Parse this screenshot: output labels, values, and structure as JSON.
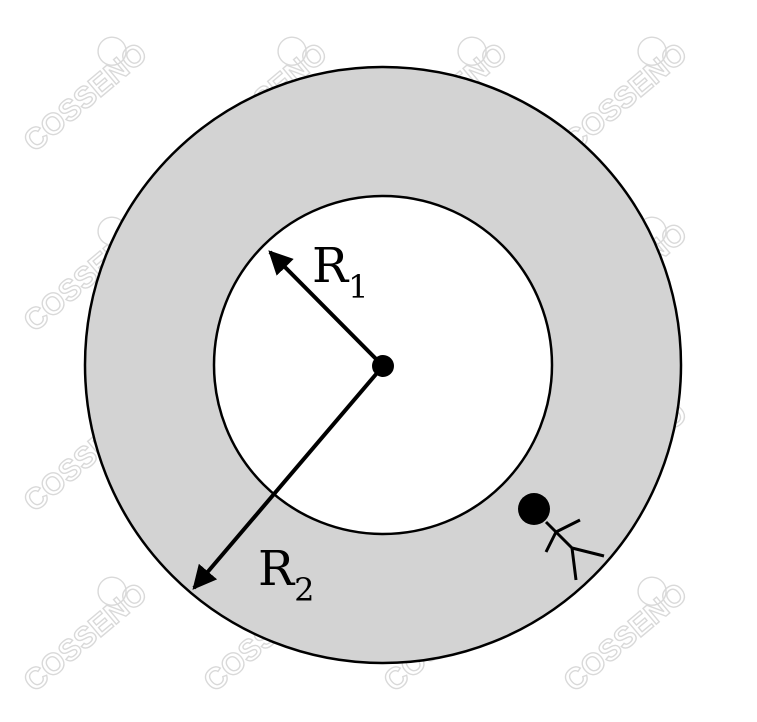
{
  "diagram": {
    "labels": {
      "r1": {
        "main": "R",
        "sub": "1"
      },
      "r2": {
        "main": "R",
        "sub": "2"
      }
    },
    "watermark": "COSSENO",
    "colors": {
      "ring_fill": "#d3d3d3",
      "inner_fill": "#ffffff",
      "stroke": "#000000",
      "watermark": "#d9d9d9"
    }
  }
}
